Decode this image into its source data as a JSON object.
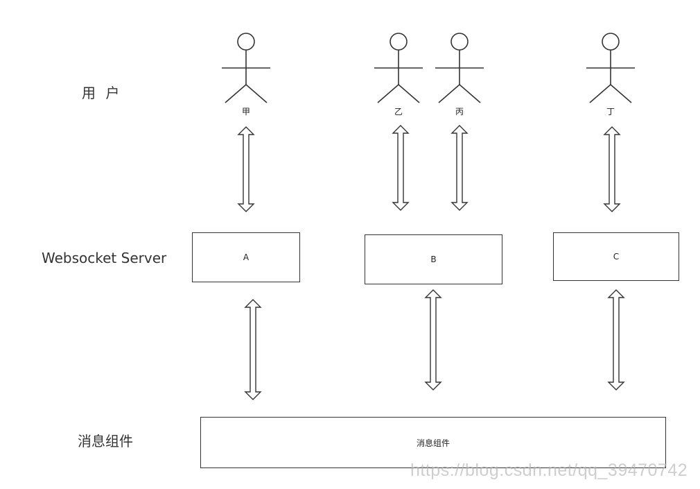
{
  "rows": {
    "users_label": "用 户",
    "server_label": "Websocket Server",
    "mq_label": "消息组件"
  },
  "actors": [
    {
      "name": "甲"
    },
    {
      "name": "乙"
    },
    {
      "name": "丙"
    },
    {
      "name": "丁"
    }
  ],
  "servers": [
    {
      "label": "A"
    },
    {
      "label": "B"
    },
    {
      "label": "C"
    }
  ],
  "mq_box": {
    "label": "消息组件"
  },
  "watermark": "https://blog.csdn.net/qq_39470742"
}
